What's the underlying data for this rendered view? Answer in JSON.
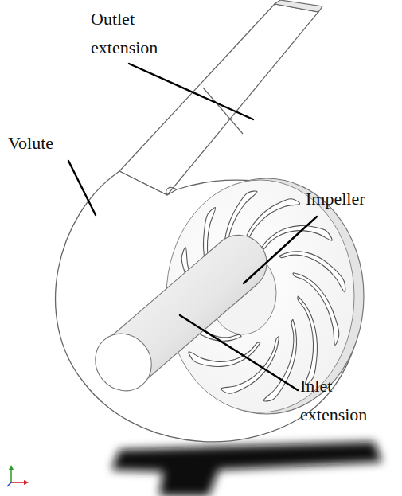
{
  "diagram": {
    "labels": [
      "Outlet extension",
      "Volute",
      "Impeller",
      "Inlet extension"
    ]
  }
}
